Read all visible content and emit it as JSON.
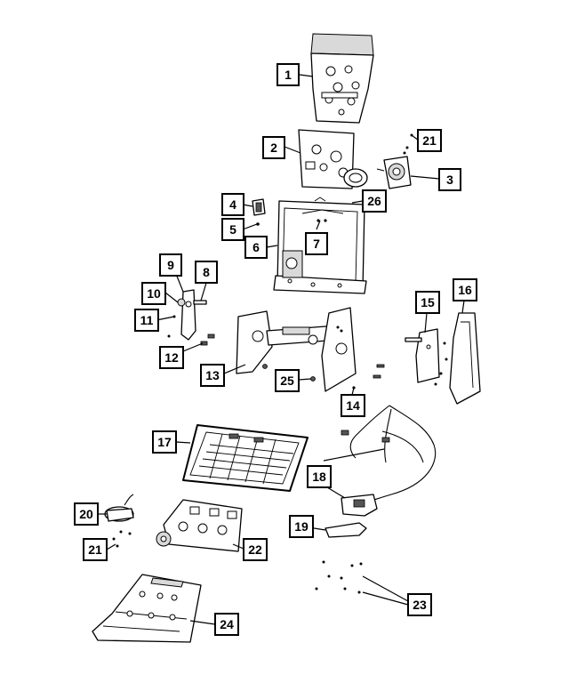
{
  "callouts": [
    {
      "id": "c1",
      "label": "1"
    },
    {
      "id": "c2",
      "label": "2"
    },
    {
      "id": "c3",
      "label": "3"
    },
    {
      "id": "c4",
      "label": "4"
    },
    {
      "id": "c5",
      "label": "5"
    },
    {
      "id": "c6",
      "label": "6"
    },
    {
      "id": "c7",
      "label": "7"
    },
    {
      "id": "c8",
      "label": "8"
    },
    {
      "id": "c9",
      "label": "9"
    },
    {
      "id": "c10",
      "label": "10"
    },
    {
      "id": "c11",
      "label": "11"
    },
    {
      "id": "c12",
      "label": "12"
    },
    {
      "id": "c13",
      "label": "13"
    },
    {
      "id": "c14",
      "label": "14"
    },
    {
      "id": "c15",
      "label": "15"
    },
    {
      "id": "c16",
      "label": "16"
    },
    {
      "id": "c17",
      "label": "17"
    },
    {
      "id": "c18",
      "label": "18"
    },
    {
      "id": "c19",
      "label": "19"
    },
    {
      "id": "c20",
      "label": "20"
    },
    {
      "id": "c21a",
      "label": "21"
    },
    {
      "id": "c21b",
      "label": "21"
    },
    {
      "id": "c22",
      "label": "22"
    },
    {
      "id": "c23",
      "label": "23"
    },
    {
      "id": "c24",
      "label": "24"
    },
    {
      "id": "c25",
      "label": "25"
    },
    {
      "id": "c26",
      "label": "26"
    }
  ]
}
